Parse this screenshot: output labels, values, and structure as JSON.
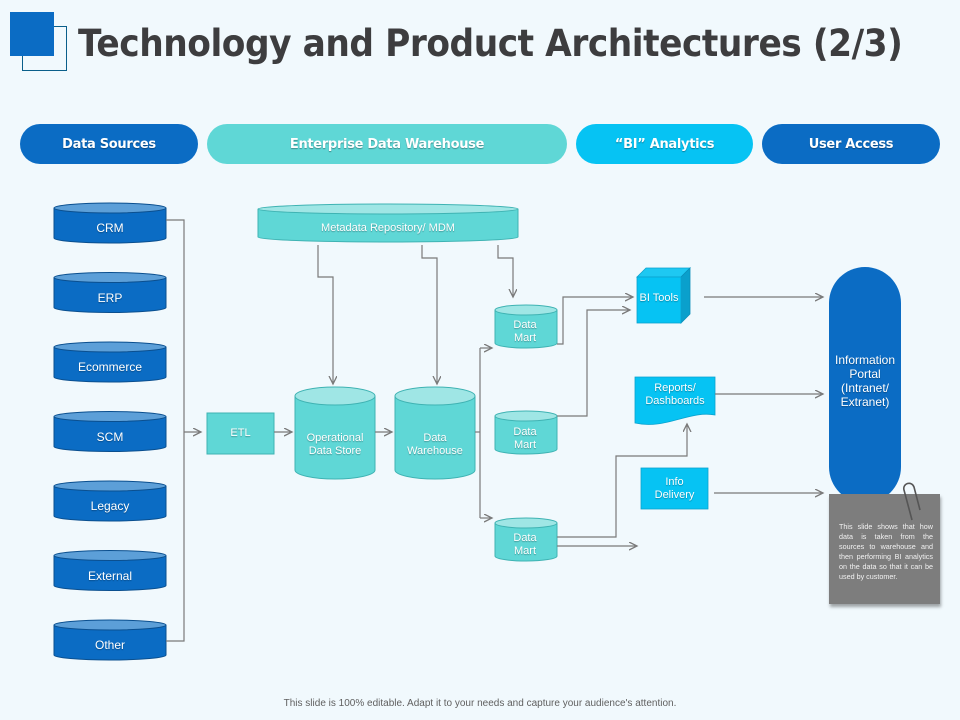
{
  "slide": {
    "title": "Technology and Product Architectures (2/3)",
    "footer": "This slide is 100% editable.  Adapt it to your needs and capture your audience's attention."
  },
  "categories": [
    {
      "label": "Data Sources",
      "color": "#0b6cc4"
    },
    {
      "label": "Enterprise Data Warehouse",
      "color": "#5fd7d6"
    },
    {
      "label": "“BI” Analytics",
      "color": "#06c3f3"
    },
    {
      "label": "User Access",
      "color": "#0b6cc4"
    }
  ],
  "data_sources": [
    "CRM",
    "ERP",
    "Ecommerce",
    "SCM",
    "Legacy",
    "External",
    "Other"
  ],
  "warehouse": {
    "metadata": "Metadata Repository/ MDM",
    "etl": "ETL",
    "ods": "Operational Data Store",
    "dw": "Data Warehouse",
    "marts": [
      "Data Mart",
      "Data Mart",
      "Data Mart"
    ]
  },
  "analytics": {
    "bi_tools": "BI Tools",
    "reports": "Reports/ Dashboards",
    "info_delivery": "Info Delivery"
  },
  "user_access": {
    "portal": "Information Portal (Intranet/ Extranet)"
  },
  "note": {
    "text": "This slide shows that how data is taken from the sources to warehouse and then performing BI analytics on the data so that it can be used by customer."
  },
  "colors": {
    "dark_blue": "#0b6cc4",
    "teal": "#5fd7d6",
    "cyan": "#06c3f3",
    "connector": "#7a7a7a",
    "background": "#f1f9fd"
  }
}
